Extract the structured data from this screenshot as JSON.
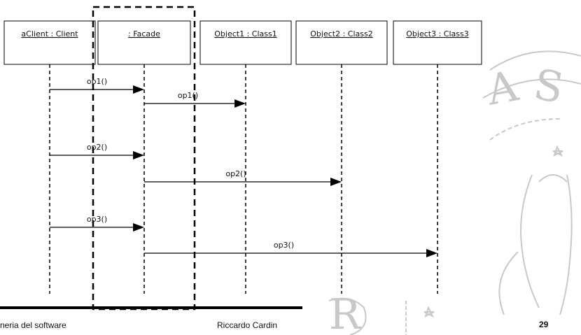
{
  "diagram": {
    "type": "uml-sequence",
    "lifelines": [
      {
        "id": "client",
        "label": "aClient : Client"
      },
      {
        "id": "facade",
        "label": ": Facade"
      },
      {
        "id": "obj1",
        "label": "Object1 : Class1"
      },
      {
        "id": "obj2",
        "label": "Object2 : Class2"
      },
      {
        "id": "obj3",
        "label": "Object3 : Class3"
      }
    ],
    "messages": [
      {
        "from": "client",
        "to": "facade",
        "label": "op1()"
      },
      {
        "from": "facade",
        "to": "obj1",
        "label": "op1()"
      },
      {
        "from": "client",
        "to": "facade",
        "label": "op2()"
      },
      {
        "from": "facade",
        "to": "obj2",
        "label": "op2()"
      },
      {
        "from": "client",
        "to": "facade",
        "label": "op3()"
      },
      {
        "from": "facade",
        "to": "obj3",
        "label": "op3()"
      }
    ],
    "highlight": "facade"
  },
  "footer": {
    "left_text": "neria del software",
    "author": "Riccardo Cardin",
    "page_number": "29"
  },
  "colors": {
    "line": "#000000",
    "watermark": "#c8c8c8"
  }
}
